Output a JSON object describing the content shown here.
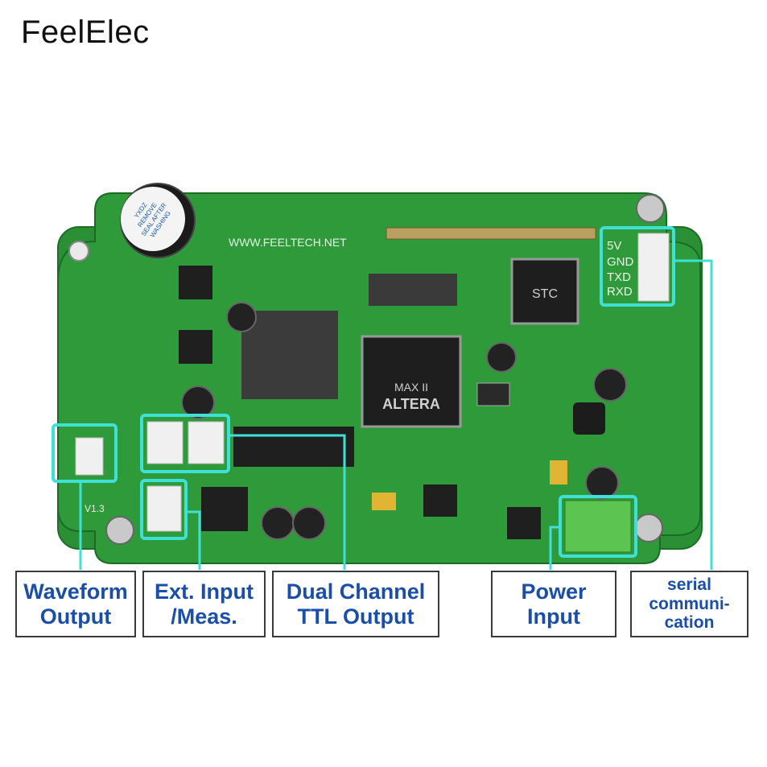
{
  "brand": "FeelElec",
  "board": {
    "url_text": "WWW.FEELTECH.NET",
    "version": "V1.3",
    "chip_brand": "ALTERA",
    "chip_series": "MAX II",
    "mcu_marking": "STC",
    "pins": [
      "5V",
      "GND",
      "TXD",
      "RXD"
    ],
    "buzzer_text": [
      "YXDZ",
      "REMOVE",
      "SEAL AFTER",
      "WASHING"
    ]
  },
  "labels": [
    {
      "lines": [
        "Waveform",
        "Output"
      ]
    },
    {
      "lines": [
        "Ext. Input",
        "/Meas."
      ]
    },
    {
      "lines": [
        "Dual Channel",
        "TTL Output"
      ]
    },
    {
      "lines": [
        "Power",
        "Input"
      ]
    },
    {
      "lines": [
        "serial",
        "communi-",
        "cation"
      ]
    }
  ],
  "colors": {
    "pcb": "#2f9a3a",
    "pcb_dark": "#1f7a2c",
    "highlight": "#3ee0d8",
    "label_text": "#1a4ea8",
    "terminal": "#5cc552"
  }
}
